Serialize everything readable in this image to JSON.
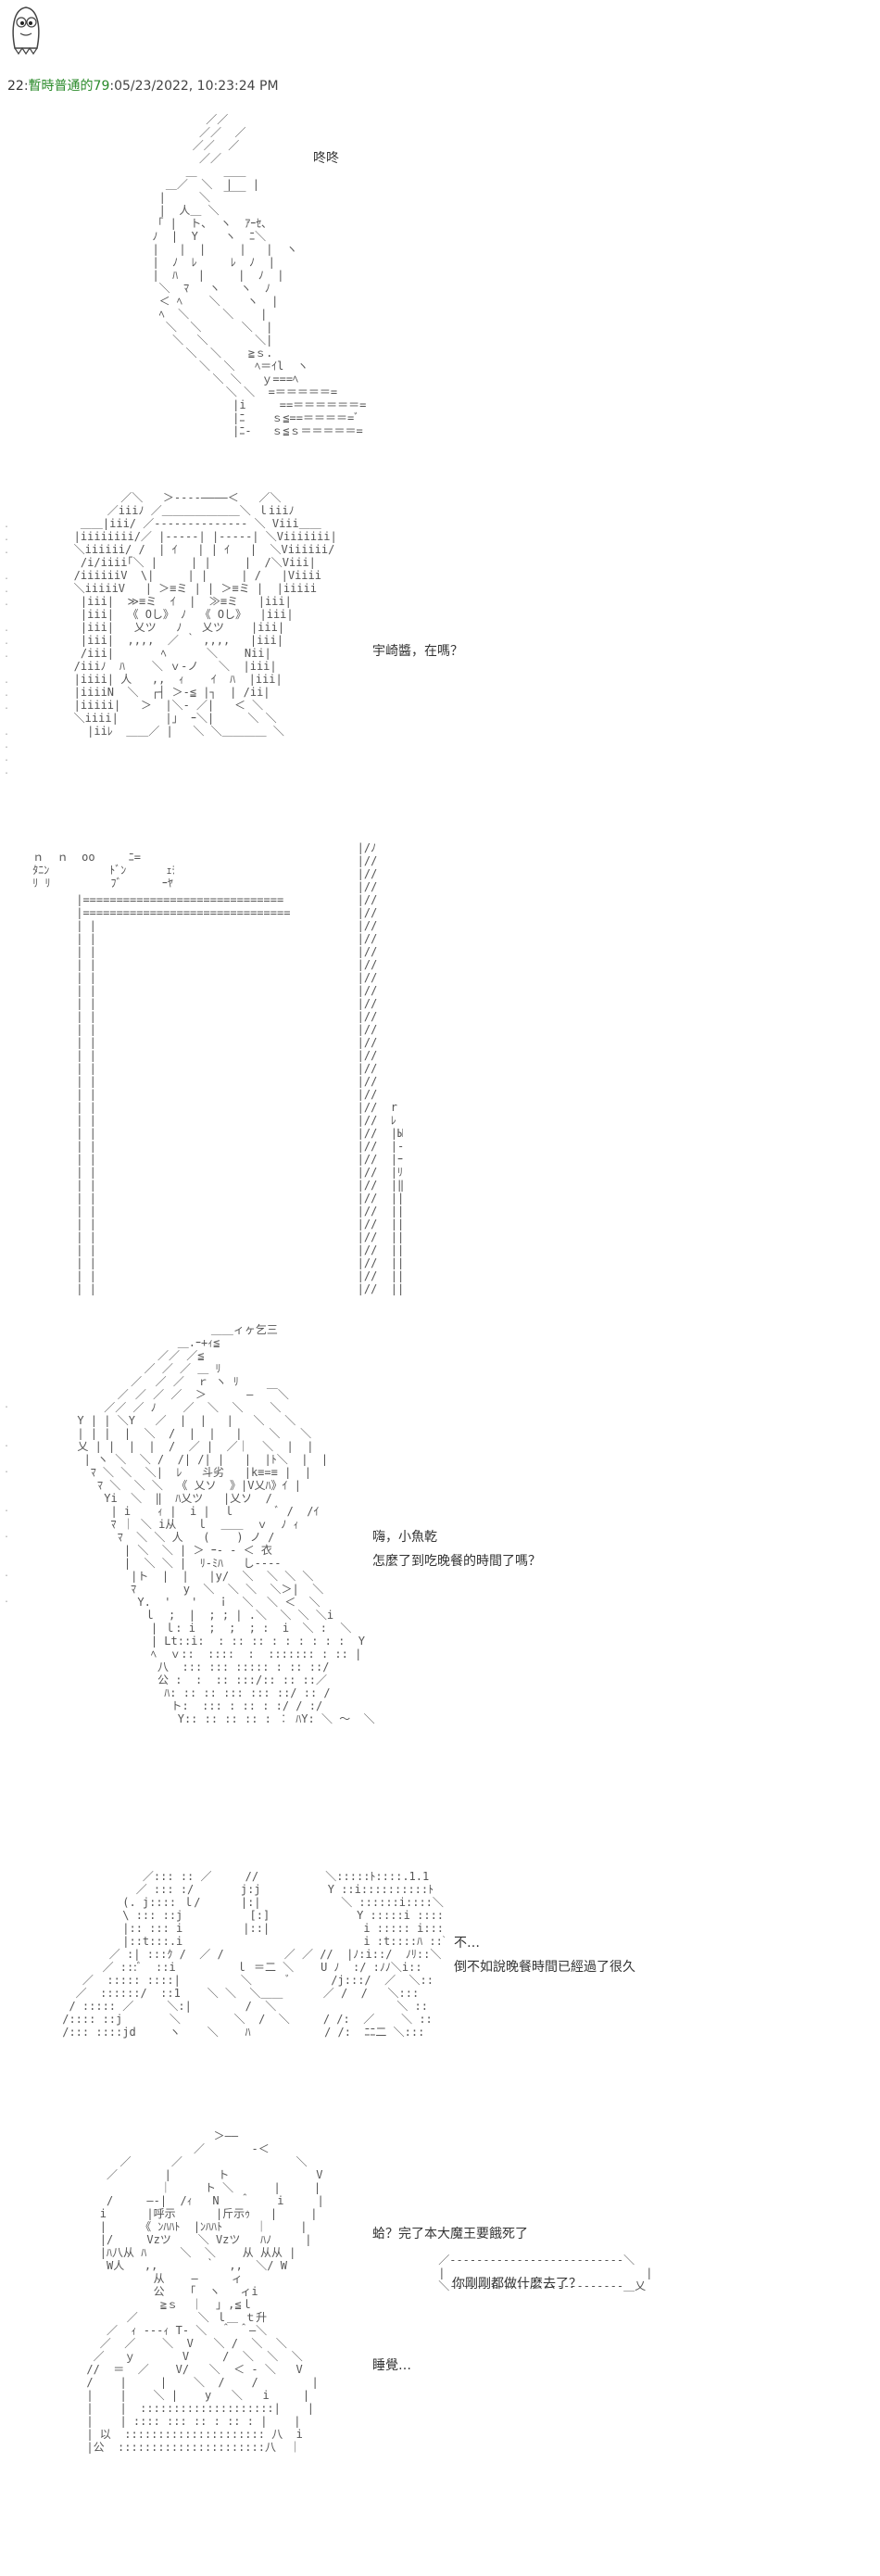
{
  "post": {
    "number": "22",
    "name": "暫時普通的79",
    "separator": ":",
    "date": "05/23/2022, 10:23:24 PM"
  },
  "scene1": {
    "sfx": "咚咚"
  },
  "scene2": {
    "line1": "宇崎醬，在嗎？"
  },
  "scene3": {
    "sfx1": "ﾀﾞﾝ",
    "sfx2": "ﾄﾞﾝ"
  },
  "scene4": {
    "line1": "嗨，小魚乾",
    "line2": "怎麼了到吃晚餐的時間了嗎？"
  },
  "scene5": {
    "line1": "不…",
    "line2": "倒不如說晚餐時間已經過了很久"
  },
  "scene6": {
    "line1": "蛤？完了本大魔王要餓死了",
    "bubble": "你剛剛都做什麼去了？",
    "line2": "睡覺…"
  }
}
